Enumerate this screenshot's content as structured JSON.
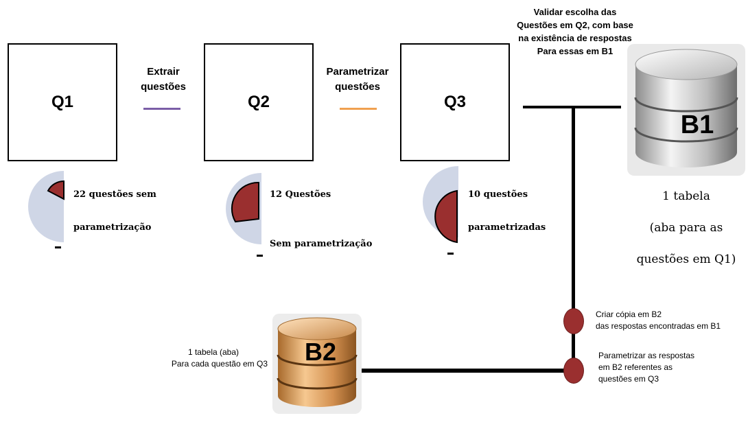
{
  "boxes": [
    {
      "label": "Q1"
    },
    {
      "label": "Q2"
    },
    {
      "label": "Q3"
    }
  ],
  "arrows": [
    {
      "label": "Extrair questões",
      "color": "#7b5ea7"
    },
    {
      "label": "Parametrizar questões",
      "color": "#f0a050"
    }
  ],
  "validate_note": "Validar escolha das Questões em Q2, com base na existência de respostas Para essas em B1",
  "pies": [
    {
      "text1": "22 questões sem",
      "text2": "parametrização",
      "sign": "–"
    },
    {
      "text1": "12 Questões",
      "text2": "Sem parametrização",
      "sign": "–"
    },
    {
      "text1": "10 questões",
      "text2": "parametrizadas",
      "sign": "–"
    }
  ],
  "databases": {
    "b1": {
      "label": "B1",
      "note_line1": "1 tabela",
      "note_line2": "(aba para as",
      "note_line3": "questões em Q1)"
    },
    "b2": {
      "label": "B2",
      "note_line1": "1 tabela (aba)",
      "note_line2": "Para cada questão em Q3"
    }
  },
  "steps": [
    {
      "line1": "Criar cópia em B2",
      "line2": "das respostas encontradas em B1"
    },
    {
      "line1": "Parametrizar as respostas",
      "line2": "em B2 referentes as",
      "line3": "questões em Q3"
    }
  ],
  "colors": {
    "pie_bg": "#cfd6e6",
    "pie_slice": "#9a2f2f",
    "b1_db": "#c8c8c8",
    "b2_db": "#d9a060"
  }
}
